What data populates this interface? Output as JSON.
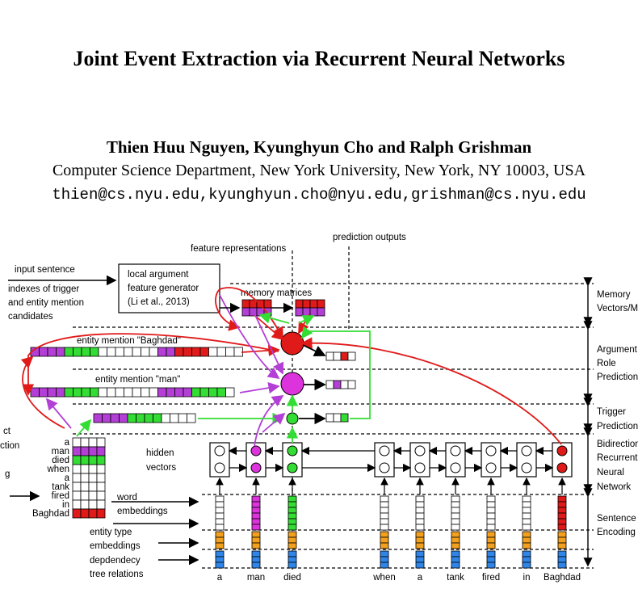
{
  "paper": {
    "title": "Joint Event Extraction via Recurrent Neural Networks",
    "authors": "Thien Huu Nguyen, Kyunghyun Cho and Ralph Grishman",
    "affiliation": "Computer Science Department, New York University, New York, NY 10003, USA",
    "emails": "thien@cs.nyu.edu,kyunghyun.cho@nyu.edu,grishman@cs.nyu.edu"
  },
  "figure": {
    "labels": {
      "feature_representations": "feature representations",
      "prediction_outputs": "prediction outputs",
      "input_sentence": "input sentence",
      "indexes_line1": "indexes of trigger",
      "indexes_line2": "and entity mention",
      "indexes_line3": "candidates",
      "local_arg_line1": "local argument",
      "local_arg_line2": "feature generator",
      "local_arg_line3": "(Li et al., 2013)",
      "memory_matrices": "memory matrices",
      "entity_baghdad": "entity mention \"Baghdad\"",
      "entity_man": "entity mention \"man\"",
      "hidden_line1": "hidden",
      "hidden_line2": "vectors",
      "word_line1": "word",
      "word_line2": "embeddings",
      "etype_line1": "entity type",
      "etype_line2": "embeddings",
      "dep_line1": "depdendecy",
      "dep_line2": "tree relations",
      "left_cut1": "ct",
      "left_cut2": "ction",
      "left_cut3": "g"
    },
    "right_labels": {
      "memory_1": "Memory",
      "memory_2": "Vectors/M",
      "arg_1": "Argument",
      "arg_2": "Role",
      "arg_3": "Prediction",
      "trig_1": "Trigger",
      "trig_2": "Prediction",
      "bi_1": "Bidirection",
      "bi_2": "Recurrent",
      "bi_3": "Neural",
      "bi_4": "Network",
      "sent_1": "Sentence",
      "sent_2": "Encoding"
    },
    "sentence_words": [
      "a",
      "man",
      "died",
      "when",
      "a",
      "tank",
      "fired",
      "in",
      "Baghdad"
    ],
    "colors": {
      "purple": "#b33fd6",
      "green": "#33dd33",
      "red": "#e01919",
      "magenta": "#dd33dd",
      "orange": "#f2a01e",
      "blue": "#2f86e8"
    }
  }
}
